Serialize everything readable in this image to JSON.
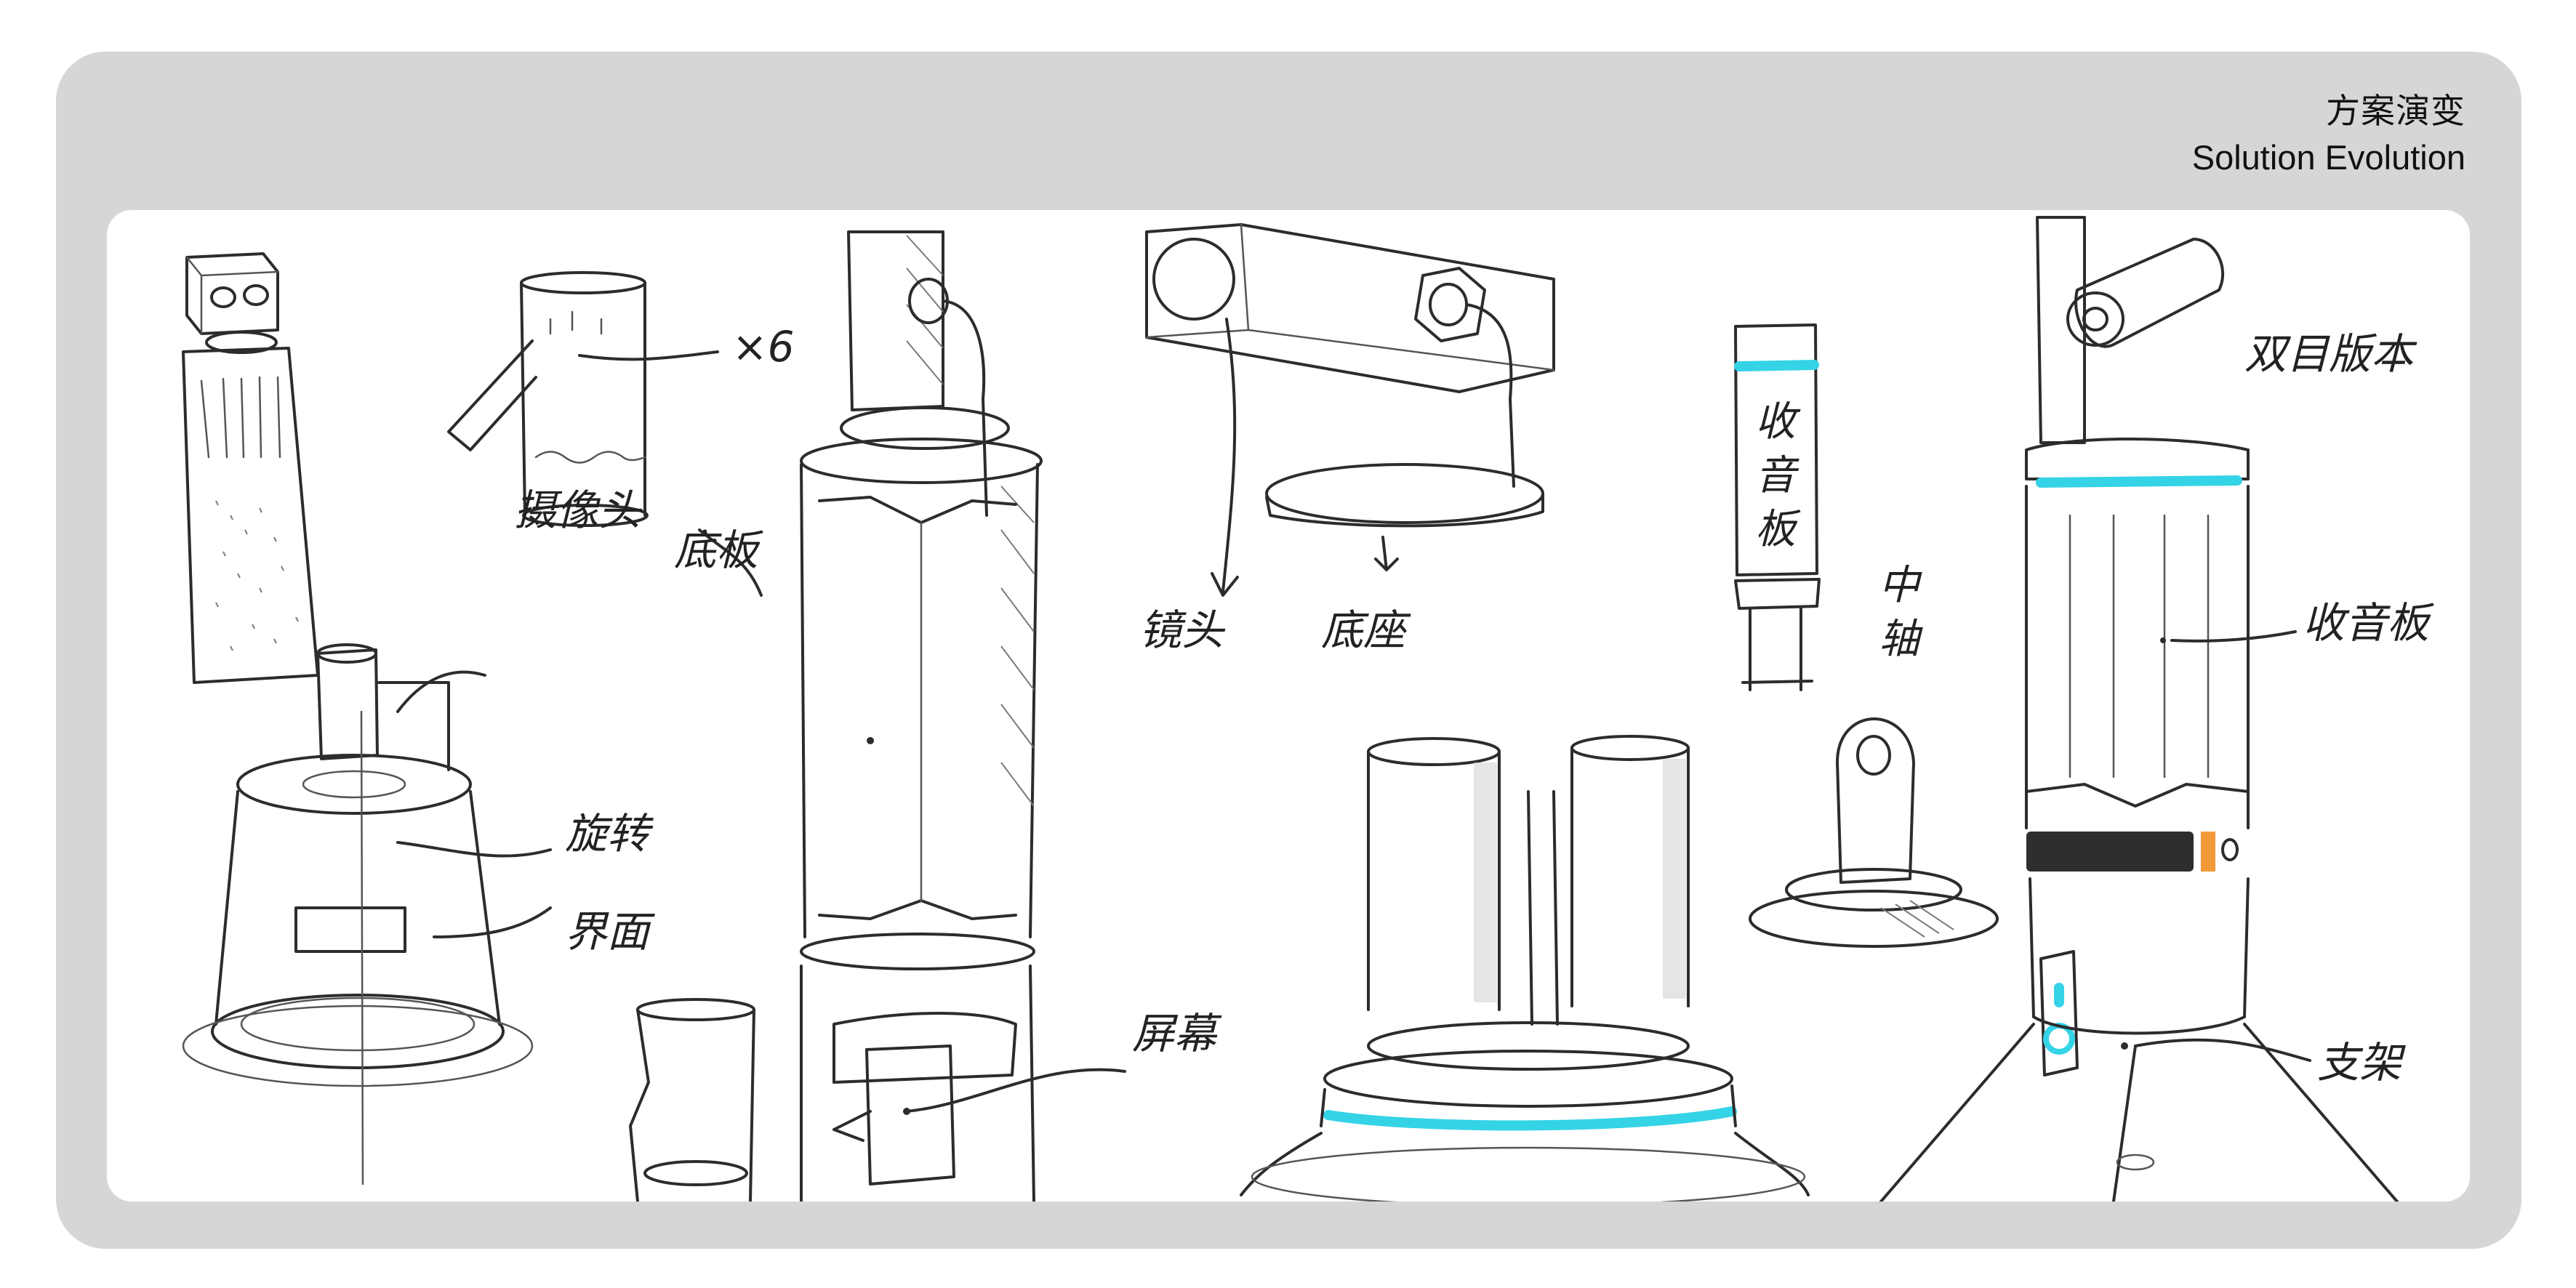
{
  "header": {
    "title_cn": "方案演变",
    "title_en": "Solution Evolution"
  },
  "annotations": {
    "camera": "摄像头",
    "times_six": "×6",
    "rotate": "旋转",
    "display": "界面",
    "bottom_plate": "底板",
    "screen": "屏幕",
    "lens": "镜头",
    "base": "底座",
    "sound_board": "收音板",
    "center_shaft": "中轴",
    "dual_cam_version": "双目版本",
    "sound_board_2": "收音板",
    "stand": "支架"
  },
  "colors": {
    "frame": "#d6d6d6",
    "canvas": "#ffffff",
    "accent_glow": "#34d3e6",
    "accent_orange": "#f29a3a"
  }
}
